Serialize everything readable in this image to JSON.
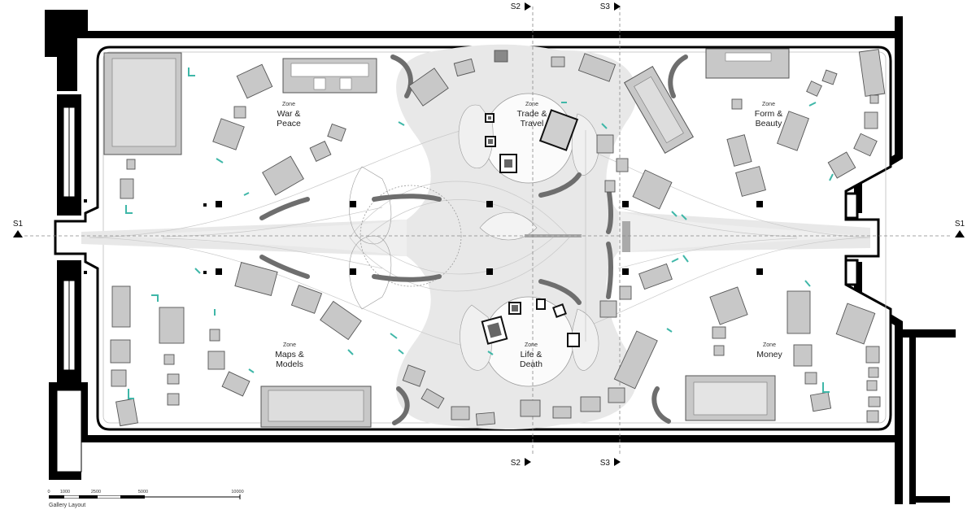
{
  "zones": [
    {
      "id": "war-peace",
      "label": "Zone",
      "lines": [
        "War &",
        "Peace"
      ]
    },
    {
      "id": "trade-travel",
      "label": "Zone",
      "lines": [
        "Trade &",
        "Travel"
      ]
    },
    {
      "id": "form-beauty",
      "label": "Zone",
      "lines": [
        "Form &",
        "Beauty"
      ]
    },
    {
      "id": "maps-models",
      "label": "Zone",
      "lines": [
        "Maps &",
        "Models"
      ]
    },
    {
      "id": "life-death",
      "label": "Zone",
      "lines": [
        "Life &",
        "Death"
      ]
    },
    {
      "id": "money",
      "label": "Zone",
      "lines": [
        "Money"
      ]
    }
  ],
  "sections": {
    "s1_left": "S1",
    "s1_right": "S1",
    "s2_top": "S2",
    "s3_top": "S3",
    "s2_bottom": "S2",
    "s3_bottom": "S3"
  },
  "scale": {
    "ticks": [
      "0",
      "1000",
      "2500",
      "5000",
      "10000"
    ],
    "title": "Gallery Layout"
  },
  "colors": {
    "wall": "#000000",
    "floor": "#ffffff",
    "flow": "#e6e6e6",
    "case_fill": "#c8c8c8",
    "case_inner": "#9e9e9e",
    "accent": "#3fb7a8"
  }
}
